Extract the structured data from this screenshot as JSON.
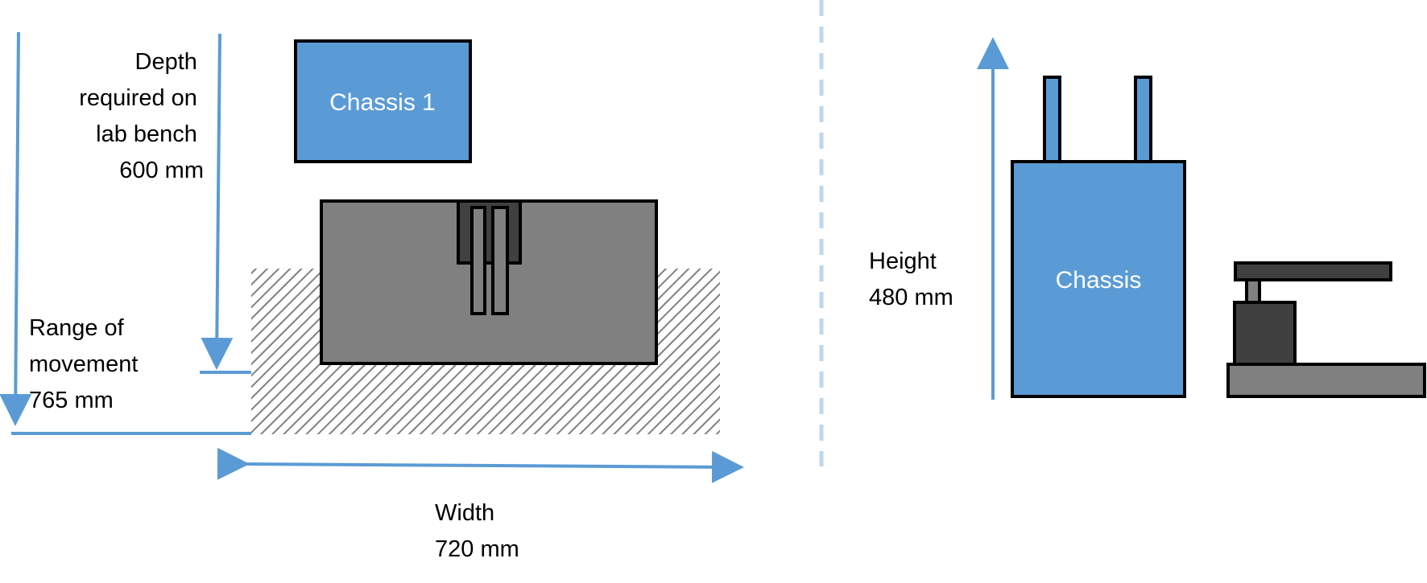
{
  "colors": {
    "accent_blue": "#5b9bd5",
    "dark_gray": "#404040",
    "mid_gray": "#808080",
    "divider_blue": "#bdd7ee",
    "outline": "#000000"
  },
  "top_view": {
    "chassis_label": "Chassis 1",
    "depth_label": [
      "Depth",
      "required on",
      "lab bench",
      "600 mm"
    ],
    "range_label": [
      "Range of",
      "movement",
      "765 mm"
    ],
    "width_label": [
      "Width",
      "720 mm"
    ]
  },
  "side_view": {
    "chassis_label": "Chassis",
    "height_label": [
      "Height",
      "480 mm"
    ]
  }
}
